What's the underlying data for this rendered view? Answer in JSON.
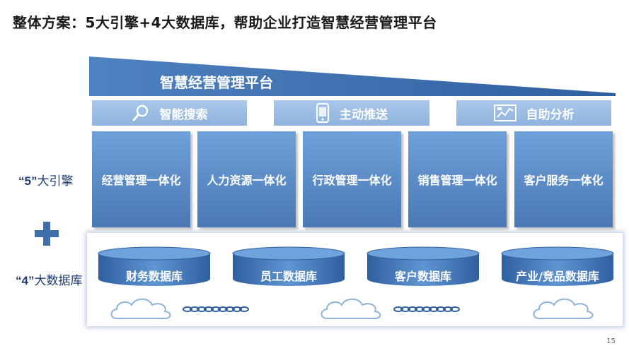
{
  "slide_title": "整体方案：5大引擎+4大数据库，帮助企业打造智慧经营管理平台",
  "platform_title": "智慧经营管理平台",
  "features": [
    {
      "label": "智能搜索",
      "icon": "search-icon"
    },
    {
      "label": "主动推送",
      "icon": "mobile-phone-icon"
    },
    {
      "label": "自助分析",
      "icon": "chart-analysis-icon"
    }
  ],
  "engines_label": {
    "num": "“5”",
    "text": "大引擎"
  },
  "engines": [
    "经营管理一体化",
    "人力资源一体化",
    "行政管理一体化",
    "销售管理一体化",
    "客户服务一体化"
  ],
  "databases_label": {
    "num": "“4”",
    "text": "大数据库"
  },
  "databases": [
    "财务数据库",
    "员工数据库",
    "客户数据库",
    "产业/竞品数据库"
  ],
  "page_number": "15",
  "colors": {
    "primary_blue": "#4a79b5",
    "light_blue": "#a9c8ea",
    "title_text": "#1a1a1a"
  }
}
